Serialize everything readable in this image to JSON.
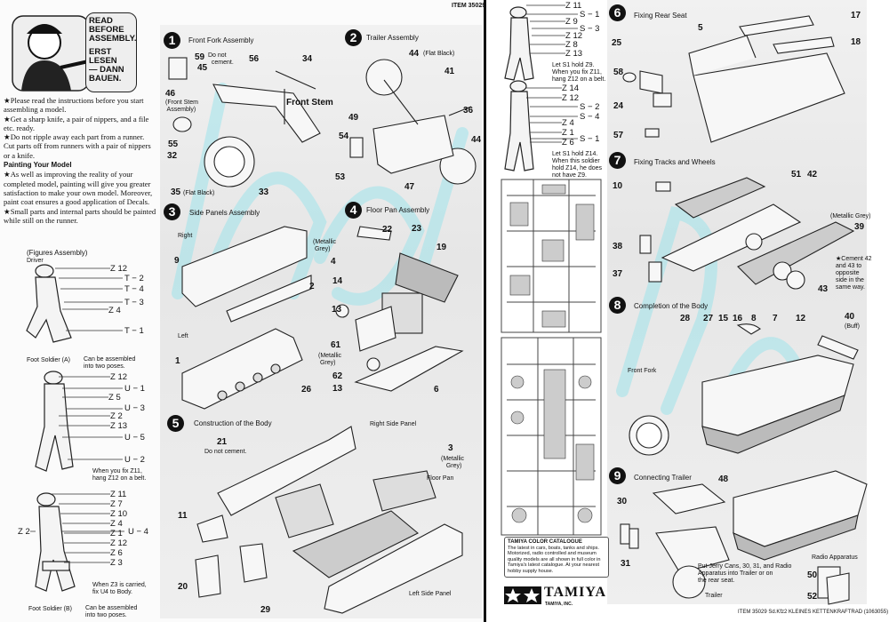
{
  "header": {
    "item": "ITEM 35029"
  },
  "intro": {
    "read_sign": [
      "READ",
      "BEFORE",
      "ASSEMBLY.",
      "ERST LESEN",
      "— DANN",
      "BAUEN."
    ],
    "instructions": [
      "★Please read the instructions before you start assembling a model.",
      "★Get a sharp knife, a pair of nippers, and a file etc. ready.",
      "★Do not ripple away each part from a runner. Cut parts off from runners with a pair of nippers or a knife."
    ],
    "painting_heading": "Painting Your Model",
    "painting": [
      "★As well as improving the reality of your completed model, painting will give you greater satisfaction to make your own model. Moreover, paint coat ensures a good application of Decals.",
      "★Small parts and internal parts should be painted while still on the runner."
    ]
  },
  "figures": {
    "title": "(Figures Assembly)",
    "driver": {
      "caption": "Driver",
      "labels": [
        "Z 12",
        "T − 2",
        "T − 4",
        "T − 3",
        "Z 4",
        "T − 1"
      ]
    },
    "soldier_a": {
      "caption": "Foot Soldier (A)",
      "poses": "Can be assembled\ninto two poses.",
      "labels": [
        "Z 12",
        "U − 1",
        "Z 5",
        "U − 3",
        "Z 2",
        "Z 13",
        "U − 5",
        "U − 2"
      ],
      "note": "When you fix Z11,\nhang Z12 on a belt."
    },
    "soldier_b": {
      "caption": "Foot Soldier (B)",
      "poses": "Can be assembled\ninto two poses.",
      "labels": [
        "Z 11",
        "Z 7",
        "Z 10",
        "Z 4",
        "U − 4",
        "Z 2",
        "Z 1",
        "Z 12",
        "Z 6",
        "Z 3"
      ],
      "note": "When Z3 is carried,\nfix U4 to Body."
    },
    "soldier_c": {
      "labels": [
        "Z 11",
        "S − 1",
        "Z 9",
        "S − 3",
        "Z 12",
        "Z 8",
        "Z 13"
      ],
      "note": "Let S1 hold Z9.\nWhen you fix Z11,\nhang Z12 on a belt."
    },
    "soldier_d": {
      "labels": [
        "Z 14",
        "Z 12",
        "S − 2",
        "S − 4",
        "Z 4",
        "Z 1",
        "Z 6",
        "S − 1"
      ],
      "note": "Let S1 hold Z14.\nWhen this soldier\nhold Z14, he does\nnot have Z9."
    }
  },
  "steps": [
    {
      "number": "1",
      "title": "Front Fork  Assembly",
      "labels": [
        "59",
        "Do not\n  cement.",
        "45",
        "46",
        "(Front Stem\n Assembly)",
        "56",
        "34",
        "Front Stem",
        "55",
        "32",
        "35",
        "(Flat Black)",
        "33"
      ]
    },
    {
      "number": "2",
      "title": "Trailer Assembly",
      "labels": [
        "44",
        "(Flat Black)",
        "41",
        "36",
        "44",
        "49",
        "54",
        "53",
        "47"
      ]
    },
    {
      "number": "3",
      "title": "Side Panels Assembly",
      "labels": [
        "Right",
        "9",
        "2",
        "Left",
        "1",
        "26"
      ]
    },
    {
      "number": "4",
      "title": "Floor Pan Assembly",
      "labels": [
        "22",
        "23",
        "(Metallic\n Grey)",
        "4",
        "14",
        "19",
        "13",
        "61",
        "(Metallic\n Grey)",
        "62",
        "13",
        "6"
      ]
    },
    {
      "number": "5",
      "title": "Construction of the Body",
      "labels": [
        "Right Side Panel",
        "21",
        "Do not cement.",
        "3",
        "(Metallic\n   Grey)",
        "Floor Pan",
        "11",
        "20",
        "29",
        "Left Side Panel"
      ]
    },
    {
      "number": "6",
      "title": "Fixing Rear Seat",
      "labels": [
        "17",
        "5",
        "18",
        "25",
        "58",
        "24",
        "57"
      ]
    },
    {
      "number": "7",
      "title": "Fixing Tracks and Wheels",
      "labels": [
        "51",
        "42",
        "10",
        "(Metallic Grey)",
        "39",
        "38",
        "37",
        "★Cement 42\nand 43 to\nopposite\nside in the\nsame way.",
        "43"
      ]
    },
    {
      "number": "8",
      "title": "Completion of the Body",
      "labels": [
        "28",
        "27",
        "15",
        "16",
        "8",
        "7",
        "12",
        "40",
        "(Buff)",
        "Front Fork"
      ]
    },
    {
      "number": "9",
      "title": "Connecting Trailer",
      "labels": [
        "48",
        "30",
        "31",
        "Radio Apparatus",
        "Put Jerry Cans, 30, 31, and Radio\nApparatus into Trailer or on\nthe rear seat.",
        "Trailer",
        "50",
        "52"
      ]
    }
  ],
  "catalogue": {
    "title": "TAMIYA COLOR CATALOGUE",
    "body": "The latest in cars, boats, tanks and ships. Motorized, radio controlled and museum quality models are all shown in full color in Tamiya's latest catalogue. At your nearest hobby supply house."
  },
  "brand": {
    "name": "TAMIYA",
    "company": "TAMIYA, INC."
  },
  "footer": {
    "item_title": "ITEM 35029  Sd.Kfz2 KLEINES KETTENKRAFTRAD (1063055)"
  },
  "colors": {
    "ink": "#111111",
    "panel": "#e9e9e9",
    "watermark": "#8fe3ec"
  }
}
